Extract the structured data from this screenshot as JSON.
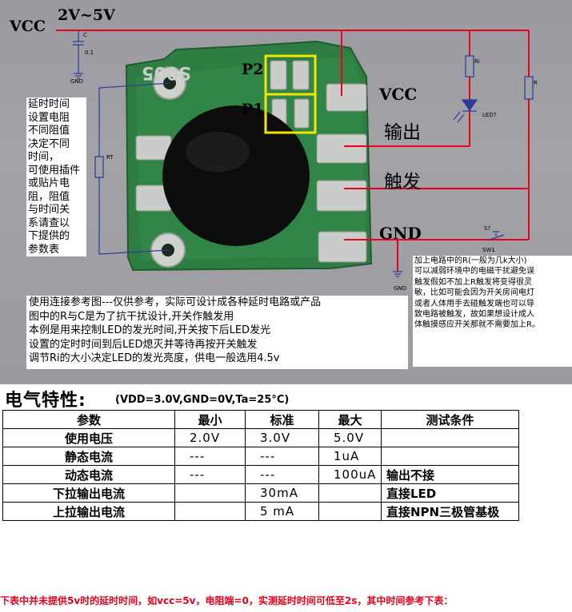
{
  "schematic": {
    "vcc_label": "VCC",
    "voltage_range": "2V~5V",
    "cap_label": "C",
    "cap_value": "0.1",
    "gnd_small_label": "GND",
    "rt_label": "RT",
    "ri_label": "Ri",
    "led_label": "LED?",
    "r_label": "R",
    "switch_label": "S?",
    "switch_ref": "SW1",
    "gnd_small_label_2": "GND",
    "chip_text": "S005",
    "pad_p2": "P2",
    "pad_p1": "P1",
    "pin_vcc": "VCC",
    "pin_output": "输出",
    "pin_trigger": "触发",
    "pin_gnd": "GND"
  },
  "notes": {
    "left_lines": [
      "延时时间",
      "设置电阻",
      "不同阻值",
      "决定不同",
      "时间，",
      "可使用插件",
      "或贴片电",
      "阻，阻值",
      "与时间关",
      "系请查以",
      "下提供的",
      "参数表"
    ],
    "right_lines": [
      "加上电路中的R(一般为几k大小)",
      "可以减弱环境中的电磁干扰避免误",
      "触发假如不加上R触发将变得很灵",
      "敏，比如可能会因为开关房间电灯",
      "或者人体用手去碰触发端也可以导",
      "致电路被触发，故如果想设计成人",
      "体触摸感应开关那就不需要加上R。"
    ],
    "bottom_lines": [
      "使用连接参考图---仅供参考，实际可设计成各种延时电路或产品",
      "图中的R与C是为了抗干扰设计,开关作触发用",
      "本例是用来控制LED的发光时间,开关按下后LED发光",
      "设置的定时时间到后LED熄灭并等待再按开关触发",
      "调节Ri的大小决定LED的发光亮度，供电一般选用4.5v"
    ]
  },
  "specs": {
    "title": "电气特性:",
    "conditions": "(VDD=3.0V,GND=0V,Ta=25°C)",
    "headers": [
      "参数",
      "最小",
      "标准",
      "最大",
      "测试条件"
    ],
    "rows": [
      [
        "使用电压",
        "2.0V",
        "3.0V",
        "5.0V",
        ""
      ],
      [
        "静态电流",
        "---",
        "---",
        "1uA",
        ""
      ],
      [
        "动态电流",
        "---",
        "---",
        "100uA",
        "输出不接"
      ],
      [
        "下拉输出电流",
        "",
        "30mA",
        "",
        "直接LED"
      ],
      [
        "上拉输出电流",
        "",
        "5 mA",
        "",
        "直接NPN三极管基极"
      ]
    ]
  },
  "footer_note": "下表中并未提供5v时的延时时间，如vcc=5v，电阻端=0，实测延时时间可低至2s，其中时间参考下表：",
  "colors": {
    "wire_red": "#e8001c",
    "pcb_green": "#2e7d43",
    "pad_silver": "#c9ccc8",
    "highlight_yellow": "#f2e600",
    "epoxy_black": "#0d0d0d",
    "schematic_blue": "#2c3a9a"
  }
}
